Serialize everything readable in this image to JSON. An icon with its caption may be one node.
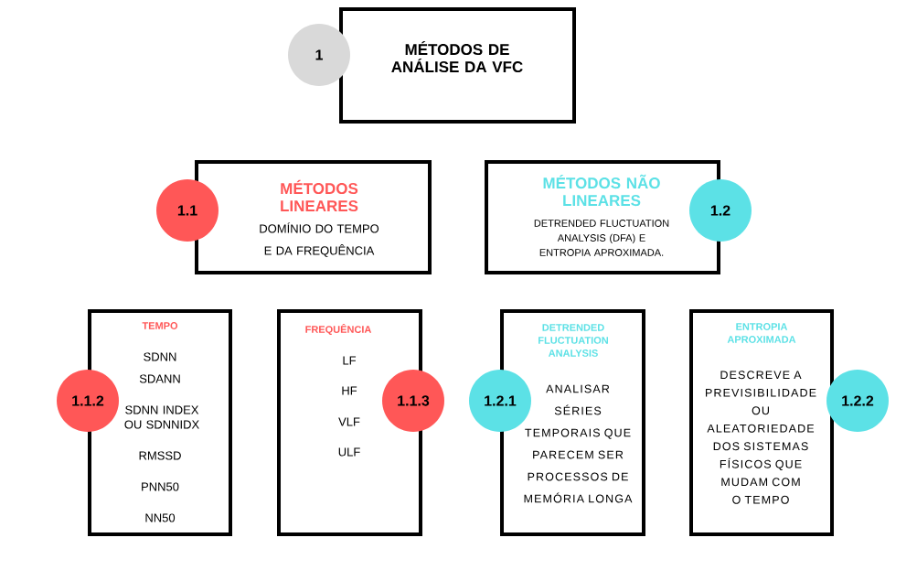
{
  "diagram": {
    "nodes": [
      {
        "text": [
          "MÉTODOS DE ANÁLISE DA VFC"
        ]
      },
      {
        "text": [
          "1"
        ]
      },
      {
        "text": [
          "MÉTODOS LINEARES",
          "DOMÍNIO DO TEMPO E DA FREQUÊNCIA"
        ]
      },
      {
        "text": [
          "1.1"
        ]
      },
      {
        "text": [
          "MÉTODOS NÃO LINEARES",
          "DETRENDED FLUCTUATION ANALYSIS (DFA) E ENTROPIA APROXIMADA."
        ]
      },
      {
        "text": [
          "1.2"
        ]
      },
      {
        "text": [
          "TEMPO",
          "SDNN",
          "SDANN",
          "SDNN INDEX OU SDNNIDX",
          "RMSSD",
          "PNN50",
          "NN50"
        ]
      },
      {
        "text": [
          "1.1.2"
        ]
      },
      {
        "text": [
          "FREQUÊNCIA",
          "LF",
          "HF",
          "VLF",
          "ULF"
        ]
      },
      {
        "text": [
          "1.1.3"
        ]
      },
      {
        "text": [
          "DETRENDED FLUCTUATION ANALYSIS",
          "ANALISAR SÉRIES TEMPORAIS QUE PARECEM SER PROCESSOS DE MEMÓRIA LONGA"
        ]
      },
      {
        "text": [
          "1.2.1"
        ]
      },
      {
        "text": [
          "ENTROPIA APROXIMADA",
          "DESCREVE A PREVISIBILIDADE OU ALEATORIEDADE DOS SISTEMAS FÍSICOS QUE MUDAM COM O TEMPO"
        ]
      },
      {
        "text": [
          "1.2.2"
        ]
      }
    ]
  }
}
